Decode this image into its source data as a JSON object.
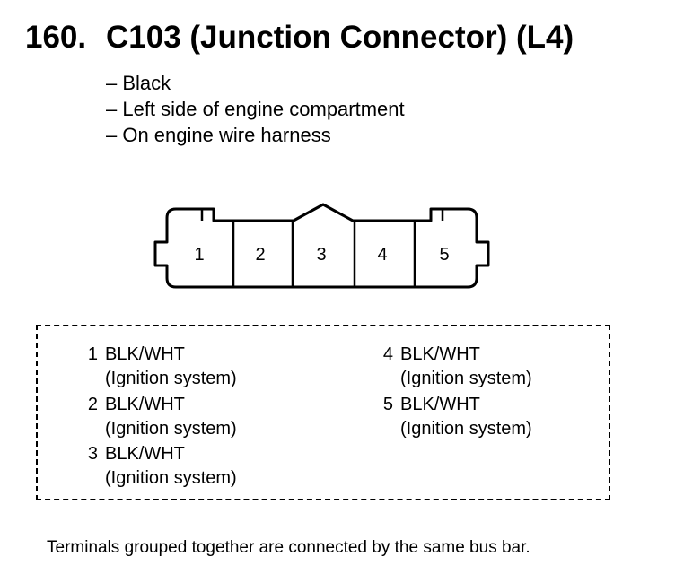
{
  "title": {
    "number": "160.",
    "text": "C103 (Junction Connector) (L4)"
  },
  "details": [
    "– Black",
    "– Left side of engine compartment",
    "– On engine wire harness"
  ],
  "connector_cavities": [
    "1",
    "2",
    "3",
    "4",
    "5"
  ],
  "pins": [
    {
      "number": "1",
      "wire": "BLK/WHT",
      "system": "(Ignition system)"
    },
    {
      "number": "2",
      "wire": "BLK/WHT",
      "system": "(Ignition system)"
    },
    {
      "number": "3",
      "wire": "BLK/WHT",
      "system": "(Ignition system)"
    },
    {
      "number": "4",
      "wire": "BLK/WHT",
      "system": "(Ignition system)"
    },
    {
      "number": "5",
      "wire": "BLK/WHT",
      "system": "(Ignition system)"
    }
  ],
  "footer": "Terminals grouped together are connected by the same bus bar."
}
